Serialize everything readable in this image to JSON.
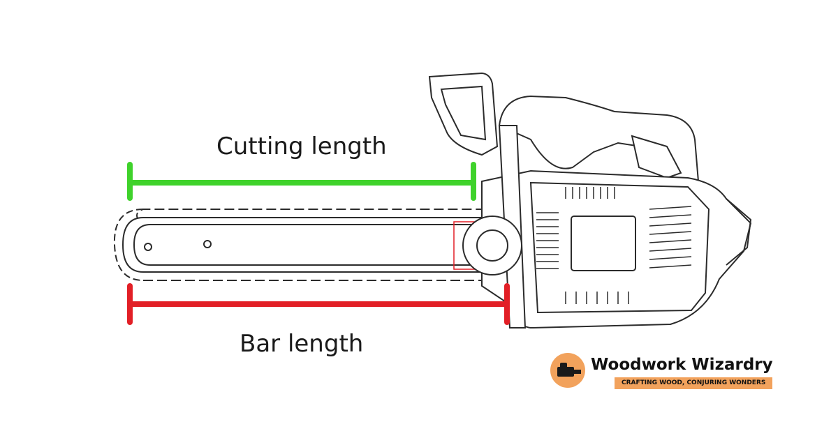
{
  "labels": {
    "cutting_length": "Cutting length",
    "bar_length": "Bar length"
  },
  "brand": {
    "name": "Woodwork Wizardry",
    "tagline": "CRAFTING WOOD, CONJURING WONDERS",
    "accent_color": "#f2a25c"
  },
  "colors": {
    "cutting_marker": "#3fd22b",
    "bar_marker": "#e21f26",
    "outline": "#2b2b2b"
  },
  "icons": {
    "chainsaw": "chainsaw-illustration",
    "logo": "chainsaw-logo-icon"
  }
}
